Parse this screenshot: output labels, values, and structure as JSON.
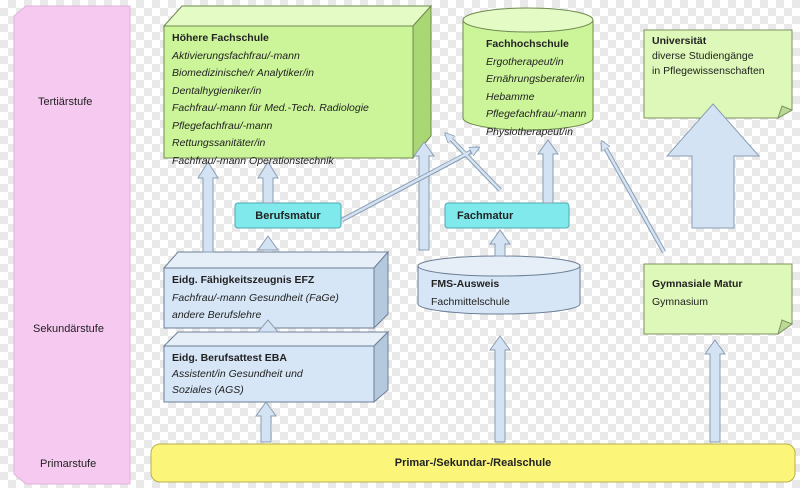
{
  "levels": {
    "tertiary": "Tertiärstufe",
    "secondary": "Sekundärstufe",
    "primary": "Primarstufe"
  },
  "hoehere_fachschule": {
    "title": "Höhere Fachschule",
    "items": [
      "Aktivierungsfachfrau/-mann",
      "Biomedizinische/r Analytiker/in",
      "Dentalhygieniker/in",
      "Fachfrau/-mann für Med.-Tech. Radiologie",
      "Pflegefachfrau/-mann",
      "Rettungssanitäter/in",
      "Fachfrau/-mann Operationstechnik"
    ]
  },
  "fachhochschule": {
    "title": "Fachhochschule",
    "items": [
      "Ergotherapeut/in",
      "Ernährungsberater/in",
      "Hebamme",
      "Pflegefachfrau/-mann",
      "Physiotherapeut/in"
    ]
  },
  "universitaet": {
    "title": "Universität",
    "lines": [
      "diverse Studiengänge",
      "in Pflegewissenschaften"
    ]
  },
  "berufsmatur": "Berufsmatur",
  "fachmatur": "Fachmatur",
  "efz": {
    "title": "Eidg. Fähigkeitszeugnis EFZ",
    "items": [
      "Fachfrau/-mann Gesundheit (FaGe)",
      "andere Berufslehre"
    ]
  },
  "eba": {
    "title": "Eidg. Berufsattest EBA",
    "items": [
      "Assistent/in Gesundheit und",
      "Soziales (AGS)"
    ]
  },
  "fms": {
    "title": "FMS-Ausweis",
    "subtitle": "Fachmittelschule"
  },
  "gymnasium": {
    "title": "Gymnasiale Matur",
    "subtitle": "Gymnasium"
  },
  "primar": "Primar-/Sekundar-/Realschule",
  "colors": {
    "pink_bar": "#f6c9f0",
    "green_box": "#ccf59a",
    "green_light": "#ddf8b8",
    "cyan": "#7fe9ec",
    "blue_box": "#d6e6f6",
    "yellow": "#fbf57a",
    "arrow": "#d4e3f3"
  }
}
